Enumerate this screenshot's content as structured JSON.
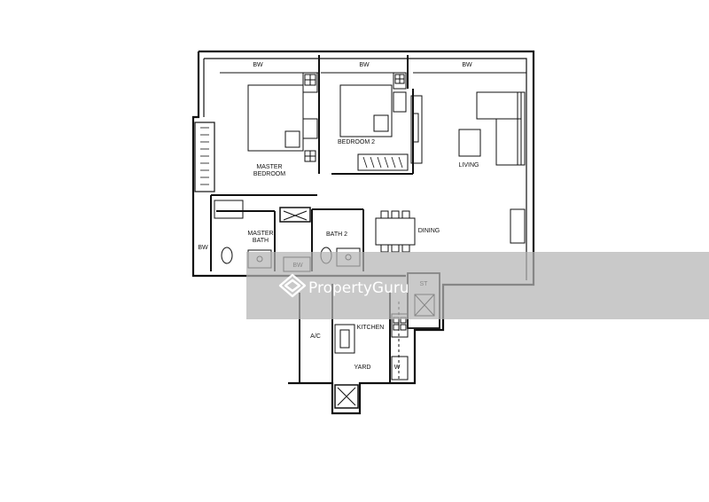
{
  "labels": {
    "bw_top_1": "BW",
    "bw_top_2": "BW",
    "bw_top_3": "BW",
    "master_bedroom_1": "MASTER",
    "master_bedroom_2": "BEDROOM",
    "bedroom_2": "BEDROOM 2",
    "living": "LIVING",
    "dining": "DINING",
    "master_bath_1": "MASTER",
    "master_bath_2": "BATH",
    "bath_2": "BATH 2",
    "bw_left": "BW",
    "bw_bottom": "BW",
    "st": "ST",
    "ac": "A/C",
    "kitchen": "KITCHEN",
    "yard": "YARD",
    "w": "W"
  },
  "watermark": {
    "text": "PropertyGuru",
    "color": "#b4b4b4"
  },
  "colors": {
    "wall": "#111111",
    "background": "#ffffff"
  }
}
